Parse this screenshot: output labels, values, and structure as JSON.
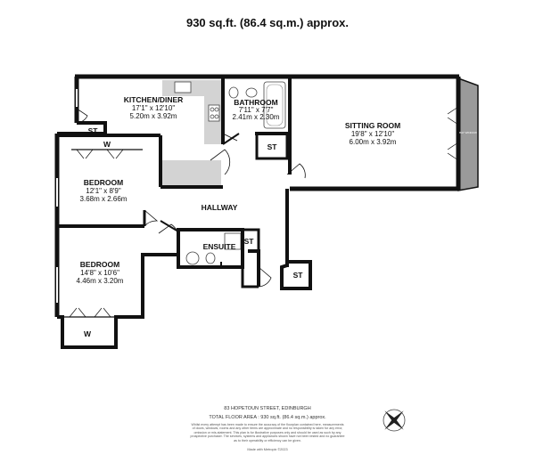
{
  "header": {
    "title": "930 sq.ft. (86.4 sq.m.) approx."
  },
  "rooms": {
    "kitchen": {
      "name": "KITCHEN/DINER",
      "dim_ft": "17'1\" x 12'10\"",
      "dim_m": "5.20m  x 3.92m"
    },
    "bathroom": {
      "name": "BATHROOM",
      "dim_ft": "7'11\" x 7'7\"",
      "dim_m": "2.41m  x 2.30m"
    },
    "sitting": {
      "name": "SITTING ROOM",
      "dim_ft": "19'8\" x 12'10\"",
      "dim_m": "6.00m  x 3.92m"
    },
    "bedroom1": {
      "name": "BEDROOM",
      "dim_ft": "12'1\" x 8'9\"",
      "dim_m": "3.68m  x 2.66m"
    },
    "bedroom2": {
      "name": "BEDROOM",
      "dim_ft": "14'8\" x 10'6\"",
      "dim_m": "4.46m  x 3.20m"
    },
    "hallway": {
      "name": "HALLWAY"
    },
    "ensuite": {
      "name": "ENSUITE"
    }
  },
  "labels": {
    "st": "ST",
    "w": "W",
    "bay": "BAY WINDOW"
  },
  "footer": {
    "address": "83 HOPETOUN STREET, EDINBURGH",
    "total": "TOTAL FLOOR AREA : 930 sq.ft. (86.4 sq.m.) approx.",
    "disclaimer_1": "Whilst every attempt has been made to ensure the accuracy of the floorplan contained here, measurements",
    "disclaimer_2": "of doors, windows, rooms and any other items are approximate and no responsibility is taken for any error,",
    "disclaimer_3": "omission or mis-statement. This plan is for illustrative purposes only and should be used as such by any",
    "disclaimer_4": "prospective purchaser. The services, systems and appliances shown have not been tested and no guarantee",
    "disclaimer_5": "as to their operability or efficiency can be given.",
    "made_with": "Made with Metropix ©2023"
  },
  "colors": {
    "wall": "#111111",
    "fixture": "#cfcfcf",
    "bay": "#9a9a9a"
  },
  "icons": {
    "compass": "compass-rose-icon"
  }
}
